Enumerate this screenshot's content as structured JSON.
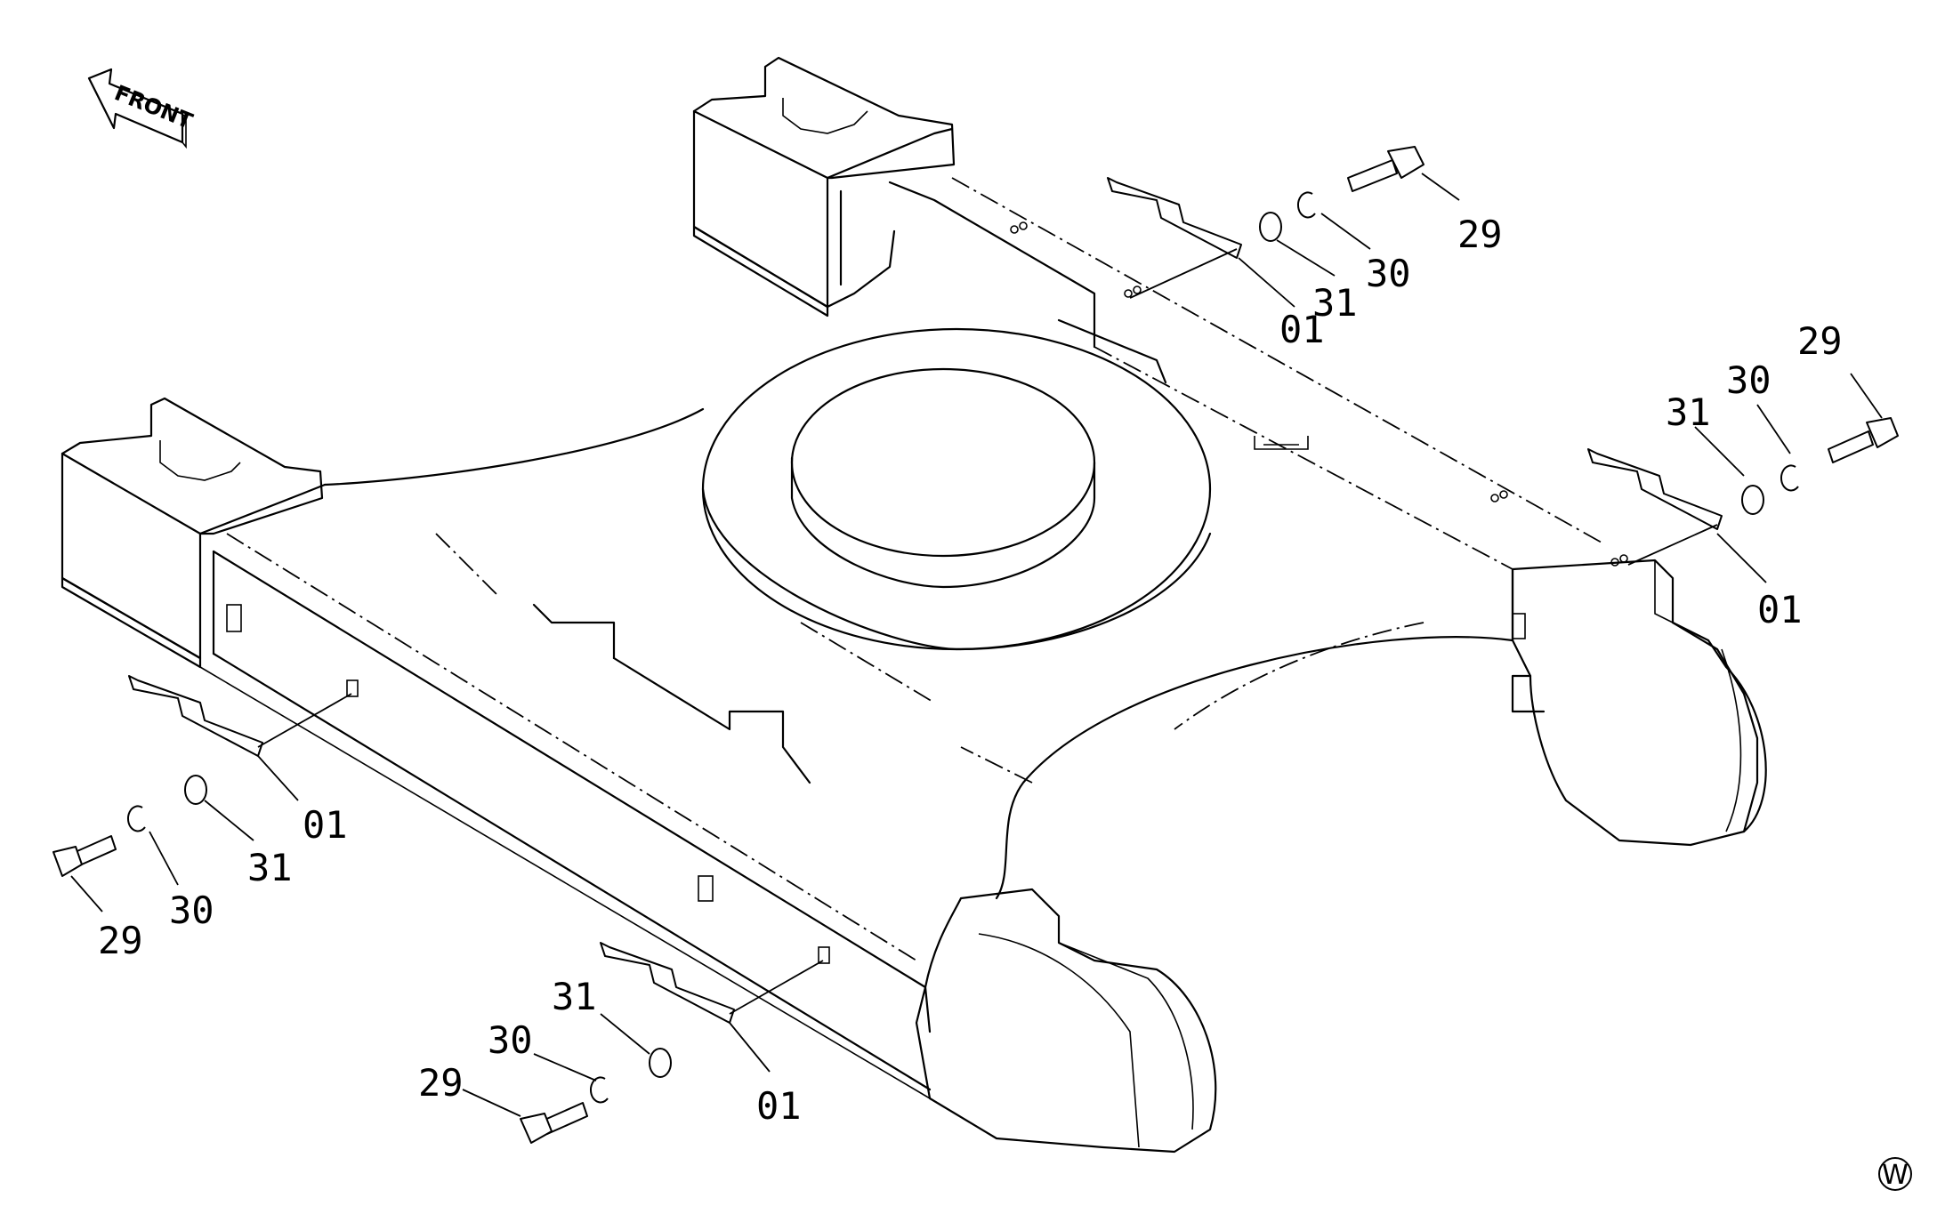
{
  "direction_label": "FRONT",
  "corner_mark": "W",
  "callouts": [
    {
      "id": "c1",
      "text": "29"
    },
    {
      "id": "c2",
      "text": "30"
    },
    {
      "id": "c3",
      "text": "31"
    },
    {
      "id": "c4",
      "text": "01"
    },
    {
      "id": "c5",
      "text": "29"
    },
    {
      "id": "c6",
      "text": "30"
    },
    {
      "id": "c7",
      "text": "31"
    },
    {
      "id": "c8",
      "text": "01"
    },
    {
      "id": "c9",
      "text": "01"
    },
    {
      "id": "c10",
      "text": "31"
    },
    {
      "id": "c11",
      "text": "30"
    },
    {
      "id": "c12",
      "text": "29"
    },
    {
      "id": "c13",
      "text": "31"
    },
    {
      "id": "c14",
      "text": "30"
    },
    {
      "id": "c15",
      "text": "29"
    },
    {
      "id": "c16",
      "text": "01"
    }
  ]
}
